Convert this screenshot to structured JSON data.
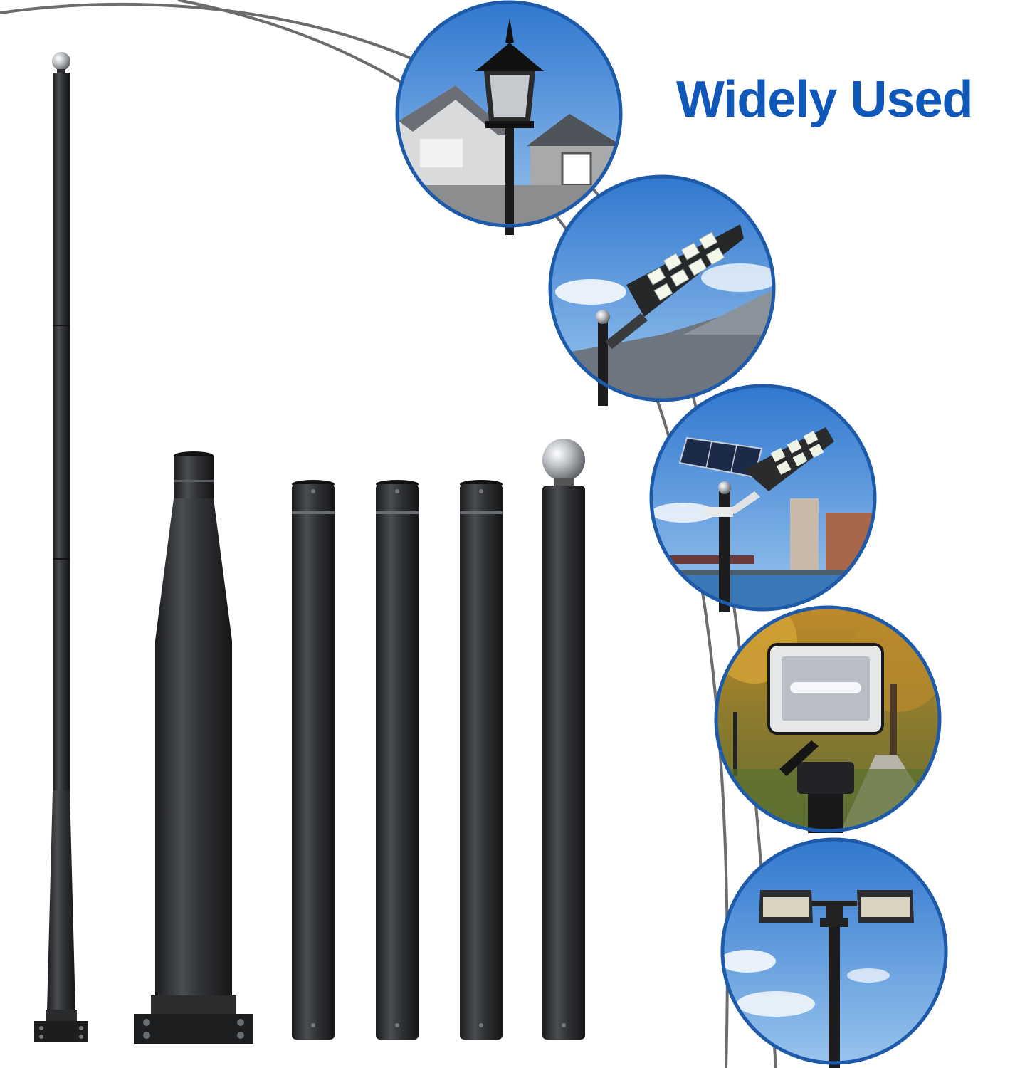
{
  "headline": {
    "text": "Widely Used",
    "color": "#0f57b8"
  },
  "colors": {
    "pole": "#2e3033",
    "pole_dark": "#18191b",
    "pole_light": "#505357",
    "arc": "#6b6c6e",
    "circle_ring": "#1e5aaa",
    "sky": "#4a90d8",
    "chrome": "#c9ccd0"
  },
  "pole_sections": [
    {
      "name": "full-assembled-pole"
    },
    {
      "name": "base-section-pole"
    },
    {
      "name": "straight-section-pole"
    },
    {
      "name": "straight-section-pole"
    },
    {
      "name": "straight-section-pole"
    },
    {
      "name": "top-section-pole-with-ball-finial"
    }
  ],
  "application_scenes": [
    {
      "name": "garden-lantern-post-scene",
      "icon": "lantern-icon"
    },
    {
      "name": "solar-street-light-roof-scene",
      "icon": "solar-street-light-icon"
    },
    {
      "name": "solar-panel-street-light-harbor-scene",
      "icon": "solar-panel-icon"
    },
    {
      "name": "floodlight-park-scene",
      "icon": "floodlight-icon"
    },
    {
      "name": "double-head-area-light-scene",
      "icon": "double-area-light-icon"
    }
  ]
}
